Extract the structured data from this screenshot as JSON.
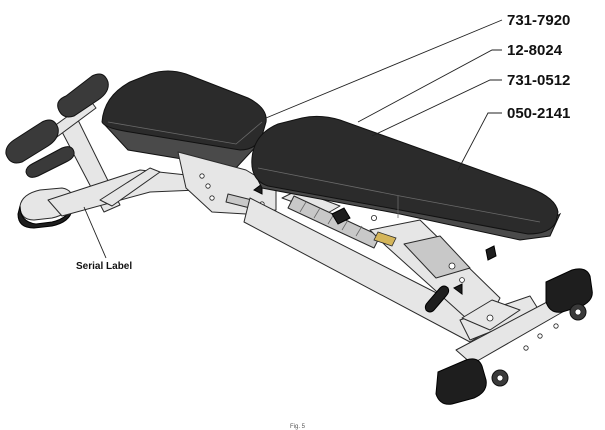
{
  "callouts": {
    "part_1": "731-7920",
    "part_2": "12-8024",
    "part_3": "731-0512",
    "part_4": "050-2141",
    "serial_label": "Serial Label"
  },
  "footer": {
    "figure_caption": "Fig. 5"
  }
}
